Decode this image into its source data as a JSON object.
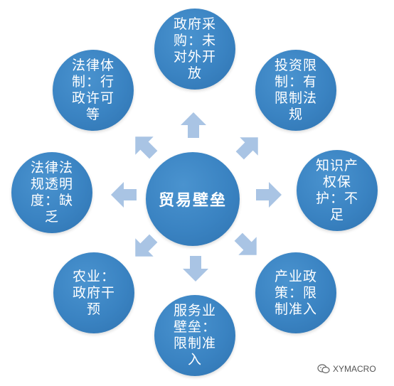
{
  "center": {
    "label": "贸易壁垒"
  },
  "nodes": [
    {
      "id": "government-procurement",
      "lines": [
        "政府采",
        "购：未",
        "对外开",
        "放"
      ]
    },
    {
      "id": "investment",
      "lines": [
        "投资限",
        "制：有",
        "限制法",
        "规"
      ]
    },
    {
      "id": "intellectual-property",
      "lines": [
        "知识产",
        "权保",
        "护：不",
        "足"
      ]
    },
    {
      "id": "industrial-policy",
      "lines": [
        "产业政",
        "策：限",
        "制准入"
      ]
    },
    {
      "id": "services",
      "lines": [
        "服务业",
        "壁垒：",
        "限制准",
        "入"
      ]
    },
    {
      "id": "agriculture",
      "lines": [
        "农业：",
        "政府干",
        "预"
      ]
    },
    {
      "id": "legal-transparency",
      "lines": [
        "法律法",
        "规透明",
        "度：缺",
        "乏"
      ]
    },
    {
      "id": "legal-system",
      "lines": [
        "法律体",
        "制：行",
        "政许可",
        "等"
      ]
    }
  ],
  "watermark": {
    "text": "XYMACRO"
  },
  "colors": {
    "circle": "#3a83c2",
    "arrow": "#a9c4e4",
    "text": "#ffffff"
  }
}
